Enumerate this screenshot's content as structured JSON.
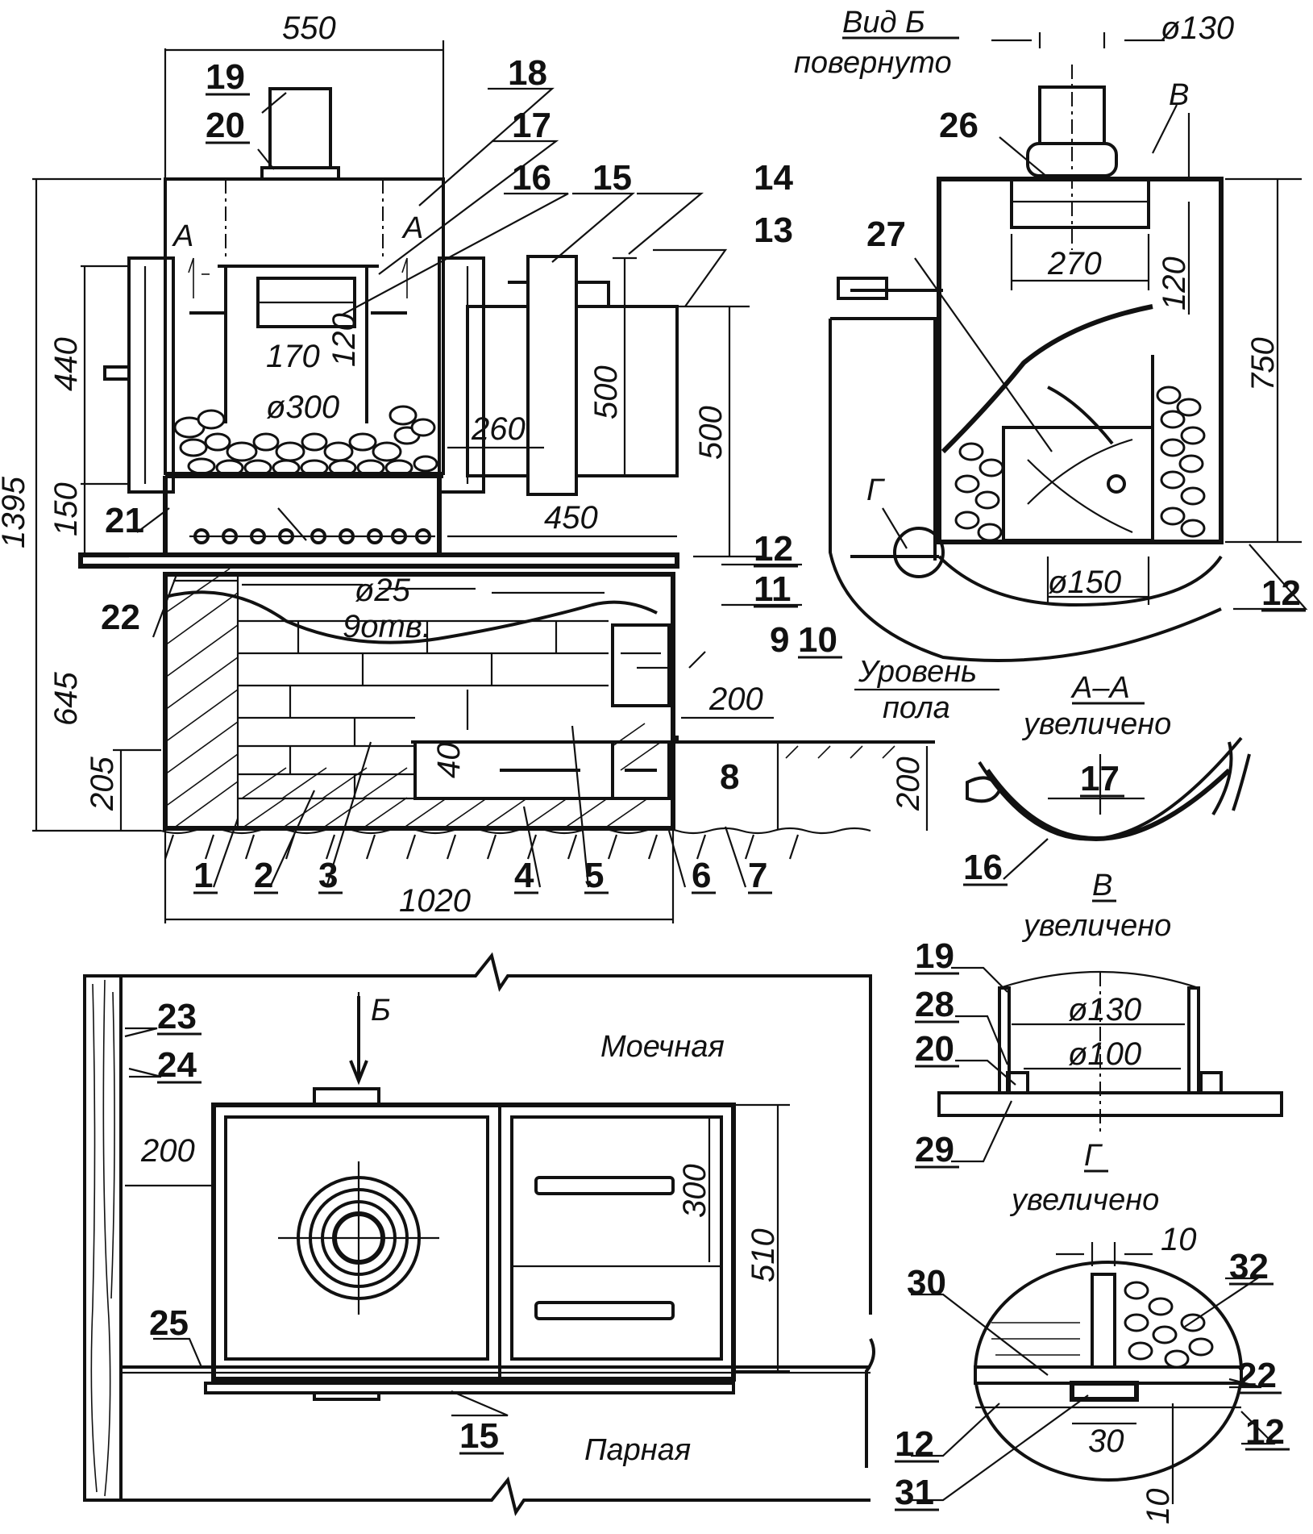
{
  "dimensions": {
    "top_width": "550",
    "total_height": "1395",
    "heater_height": "440",
    "grate_height": "150",
    "base_height": "645",
    "floor_offset": "205",
    "window_w": "170",
    "window_h": "120",
    "tank_diam": "ø300",
    "gap_260": "260",
    "tank_h": "500",
    "box_h": "500",
    "box_w": "450",
    "holes_diam": "ø25",
    "holes_count": "9отв.",
    "offset_40": "40",
    "wall_gap": "200",
    "floor_h": "200",
    "length_1020": "1020",
    "chimney_b": "ø130",
    "side_270": "270",
    "side_120": "120",
    "side_750": "750",
    "side_150": "ø150",
    "b_d130": "ø130",
    "b_d100": "ø100",
    "g_10a": "10",
    "g_30": "30",
    "g_10b": "10",
    "plan_200": "200",
    "plan_300": "300",
    "plan_510": "510"
  },
  "callouts": [
    "1",
    "2",
    "3",
    "4",
    "5",
    "6",
    "7",
    "8",
    "9",
    "10",
    "11",
    "12",
    "13",
    "14",
    "15",
    "16",
    "17",
    "18",
    "19",
    "20",
    "21",
    "22",
    "23",
    "24",
    "25",
    "26",
    "27",
    "28",
    "29",
    "30",
    "31",
    "32"
  ],
  "labels": {
    "view_b_title": "Вид Б",
    "view_b_sub": "повернуто",
    "section_a": "А",
    "floor_level_1": "Уровень",
    "floor_level_2": "пола",
    "aa_title": "А–А",
    "enlarged": "увеличено",
    "detail_v": "В",
    "detail_g": "Г",
    "arrow_b": "Б",
    "room_wash": "Моечная",
    "room_steam": "Парная"
  }
}
